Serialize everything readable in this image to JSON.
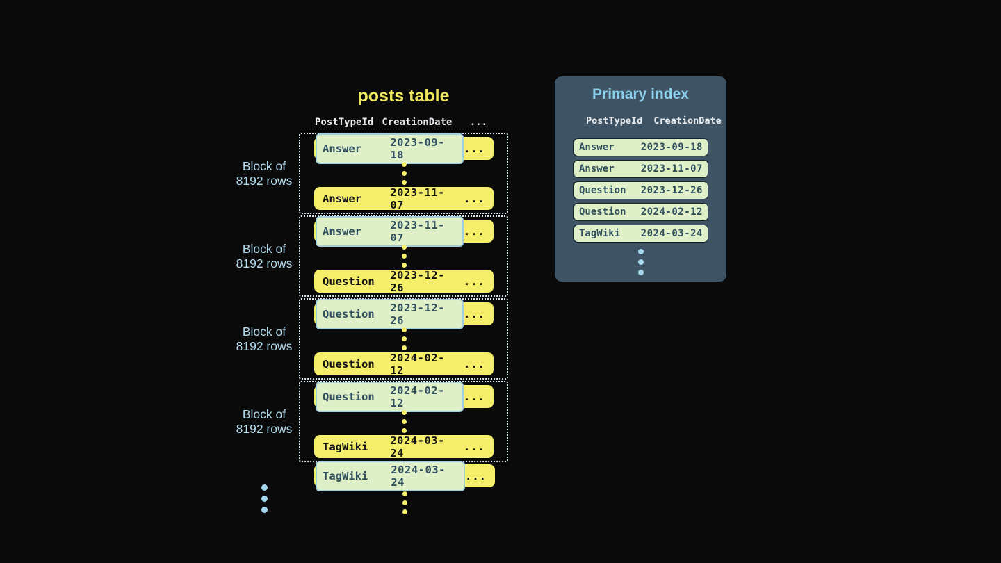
{
  "posts_table": {
    "title": "posts table",
    "columns": [
      "PostTypeId",
      "CreationDate",
      "..."
    ],
    "block_label_line1": "Block of",
    "block_label_line2": "8192 rows",
    "row_ellipsis": "...",
    "blocks": [
      {
        "first": {
          "type": "Answer",
          "date": "2023-09-18"
        },
        "last": {
          "type": "Answer",
          "date": "2023-11-07"
        }
      },
      {
        "first": {
          "type": "Answer",
          "date": "2023-11-07"
        },
        "last": {
          "type": "Question",
          "date": "2023-12-26"
        }
      },
      {
        "first": {
          "type": "Question",
          "date": "2023-12-26"
        },
        "last": {
          "type": "Question",
          "date": "2024-02-12"
        }
      },
      {
        "first": {
          "type": "Question",
          "date": "2024-02-12"
        },
        "last": {
          "type": "TagWiki",
          "date": "2024-03-24"
        }
      }
    ],
    "overflow_row": {
      "type": "TagWiki",
      "date": "2024-03-24"
    }
  },
  "primary_index": {
    "title": "Primary index",
    "columns": [
      "PostTypeId",
      "CreationDate"
    ],
    "rows": [
      {
        "type": "Answer",
        "date": "2023-09-18"
      },
      {
        "type": "Answer",
        "date": "2023-11-07"
      },
      {
        "type": "Question",
        "date": "2023-12-26"
      },
      {
        "type": "Question",
        "date": "2024-02-12"
      },
      {
        "type": "TagWiki",
        "date": "2024-03-24"
      }
    ]
  },
  "colors": {
    "background": "#0a0a0b",
    "yellow": "#f5ee6b",
    "yellow_text": "#eee75f",
    "label_blue": "#b3dcee",
    "cyan_dot": "#a5d8ee",
    "dotted_border": "#d9e9f2",
    "header_text": "#e8ecef",
    "panel_bg": "#3e5364",
    "panel_title": "#8bcfea",
    "pale_green": "#dff0c9",
    "hl_border": "#a3cfdd",
    "dark_border": "#16242e",
    "slate_text": "#31505f",
    "row_text": "#141414"
  }
}
